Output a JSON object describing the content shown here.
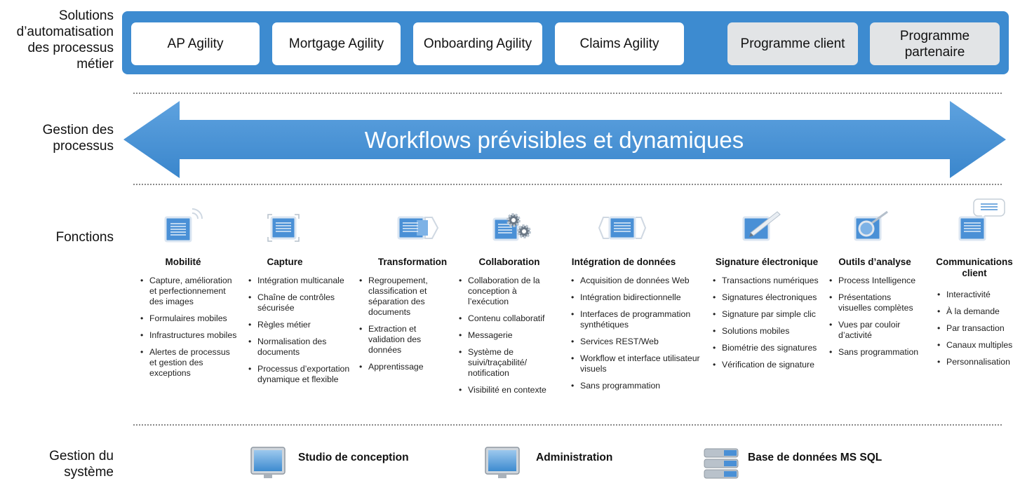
{
  "rows": {
    "solutions": "Solutions d’automatisation des processus métier",
    "process": "Gestion des processus",
    "functions": "Fonctions",
    "system": "Gestion du système"
  },
  "solutions": [
    {
      "label": "AP Agility"
    },
    {
      "label": "Mortgage Agility"
    },
    {
      "label": "Onboarding Agility"
    },
    {
      "label": "Claims Agility"
    },
    {
      "label": "Programme client"
    },
    {
      "label": "Programme partenaire"
    }
  ],
  "arrow": {
    "label": "Workflows prévisibles et dynamiques"
  },
  "functions": [
    {
      "title": "Mobilité",
      "icon": "mobile-wireless-icon",
      "items": [
        "Capture, amélioration et perfectionnement des images",
        "Formulaires mobiles",
        "Infrastructures mobiles",
        "Alertes de processus et gestion des exceptions"
      ]
    },
    {
      "title": "Capture",
      "icon": "capture-icon",
      "items": [
        "Intégration multicanale",
        "Chaîne de contrôles sécurisée",
        "Règles métier",
        "Normalisation des documents",
        "Processus d’exportation dynamique et flexible"
      ]
    },
    {
      "title": "Transformation",
      "icon": "transformation-icon",
      "items": [
        "Regroupement, classification et séparation des documents",
        "Extraction et validation des données",
        "Apprentissage"
      ]
    },
    {
      "title": "Collaboration",
      "icon": "collaboration-gears-icon",
      "items": [
        "Collaboration de la conception à l’exécution",
        "Contenu collaboratif",
        "Messagerie",
        "Système de suivi/traçabilité/ notification",
        "Visibilité en contexte"
      ]
    },
    {
      "title": "Intégration de données",
      "icon": "data-integration-icon",
      "items": [
        "Acquisition de données Web",
        "Intégration bidirectionnelle",
        "Interfaces de programmation synthétiques",
        "Services REST/Web",
        "Workflow et interface utilisateur visuels",
        "Sans programmation"
      ]
    },
    {
      "title": "Signature électronique",
      "icon": "signature-pen-icon",
      "items": [
        "Transactions numériques",
        "Signatures électroniques",
        "Signature par simple clic",
        "Solutions mobiles",
        "Biométrie des signatures",
        "Vérification de signature"
      ]
    },
    {
      "title": "Outils d’analyse",
      "icon": "analytics-magnifier-icon",
      "items": [
        "Process Intelligence",
        "Présentations visuelles complètes",
        "Vues par couloir d’activité",
        "Sans programmation"
      ]
    },
    {
      "title": "Communications client",
      "icon": "communications-bubble-icon",
      "items": [
        "Interactivité",
        "À la demande",
        "Par transaction",
        "Canaux multiples",
        "Personnalisation"
      ]
    }
  ],
  "system": [
    {
      "label": "Studio de conception",
      "icon": "monitor-icon"
    },
    {
      "label": "Administration",
      "icon": "monitor-icon"
    },
    {
      "label": "Base de données MS SQL",
      "icon": "database-icon"
    }
  ],
  "colors": {
    "accent": "#3d8bd0",
    "tile": "#4a90d6",
    "grey_box": "#e2e4e6"
  }
}
